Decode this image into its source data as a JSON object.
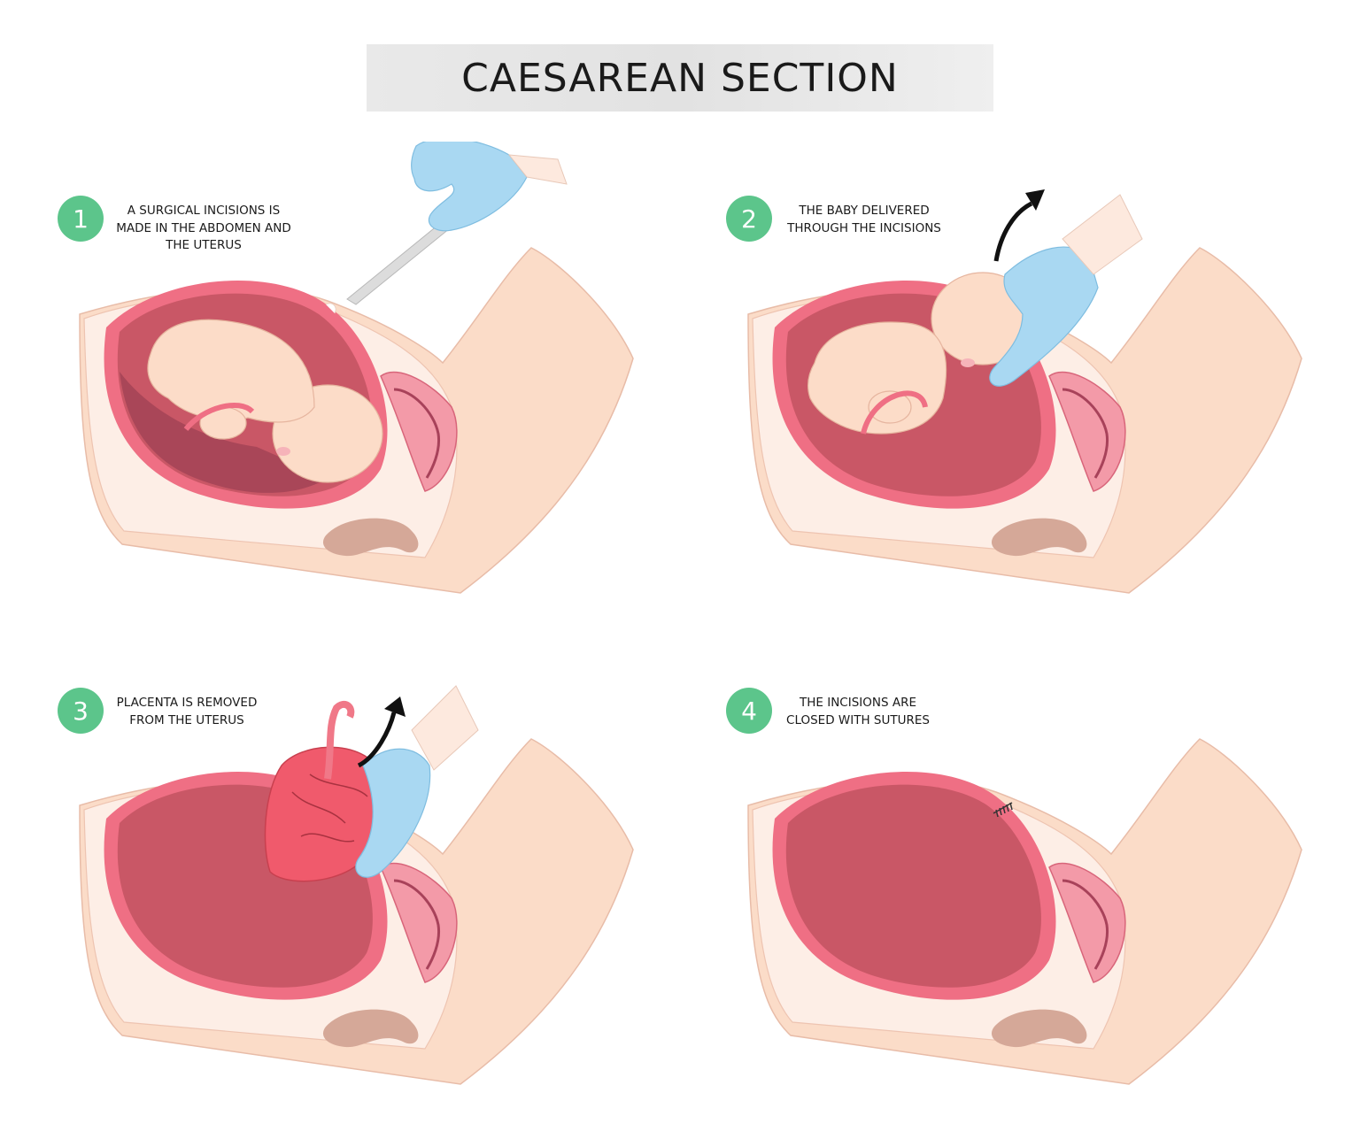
{
  "title": "CAESAREAN SECTION",
  "steps": [
    {
      "number": "1",
      "line1": "A SURGICAL INCISIONS IS",
      "line2": "MADE IN THE ABDOMEN AND",
      "line3": "THE UTERUS"
    },
    {
      "number": "2",
      "line1": "THE BABY DELIVERED",
      "line2": "THROUGH THE INCISIONS",
      "line3": ""
    },
    {
      "number": "3",
      "line1": "PLACENTA IS REMOVED",
      "line2": "FROM THE UTERUS",
      "line3": ""
    },
    {
      "number": "4",
      "line1": "THE INCISIONS ARE",
      "line2": "CLOSED WITH SUTURES",
      "line3": ""
    }
  ],
  "colors": {
    "badge": "#5cc58b",
    "skin": "#fbdcc8",
    "skin_light": "#fdeee6",
    "uterus_wall": "#ef6f84",
    "uterus_cavity": "#c95766",
    "baby": "#fcdcc8",
    "glove": "#a9d8f2",
    "bowel": "#d5a898"
  }
}
